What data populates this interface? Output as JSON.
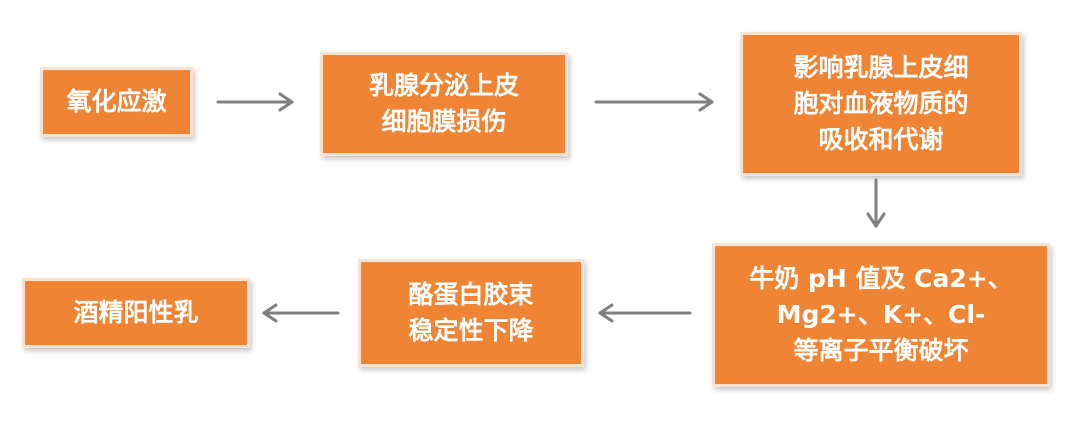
{
  "diagram": {
    "nodes": {
      "oxidative_stress": "氧化应激",
      "epithelial_damage": [
        "乳腺分泌上皮",
        "细胞膜损伤"
      ],
      "absorption_effect": [
        "影响乳腺上皮细",
        "胞对血液物质的",
        "吸收和代谢"
      ],
      "ion_balance": [
        "牛奶 pH 值及 Ca2+、",
        "Mg2+、K+、Cl-",
        "等离子平衡破坏"
      ],
      "casein_instability": [
        "酪蛋白胶束",
        "稳定性下降"
      ],
      "alcohol_milk": "酒精阳性乳"
    },
    "colors": {
      "box_fill": "#ee8434",
      "box_border": "#f8e3d2",
      "text": "#ffffff",
      "arrow": "#7f7f7f"
    }
  }
}
